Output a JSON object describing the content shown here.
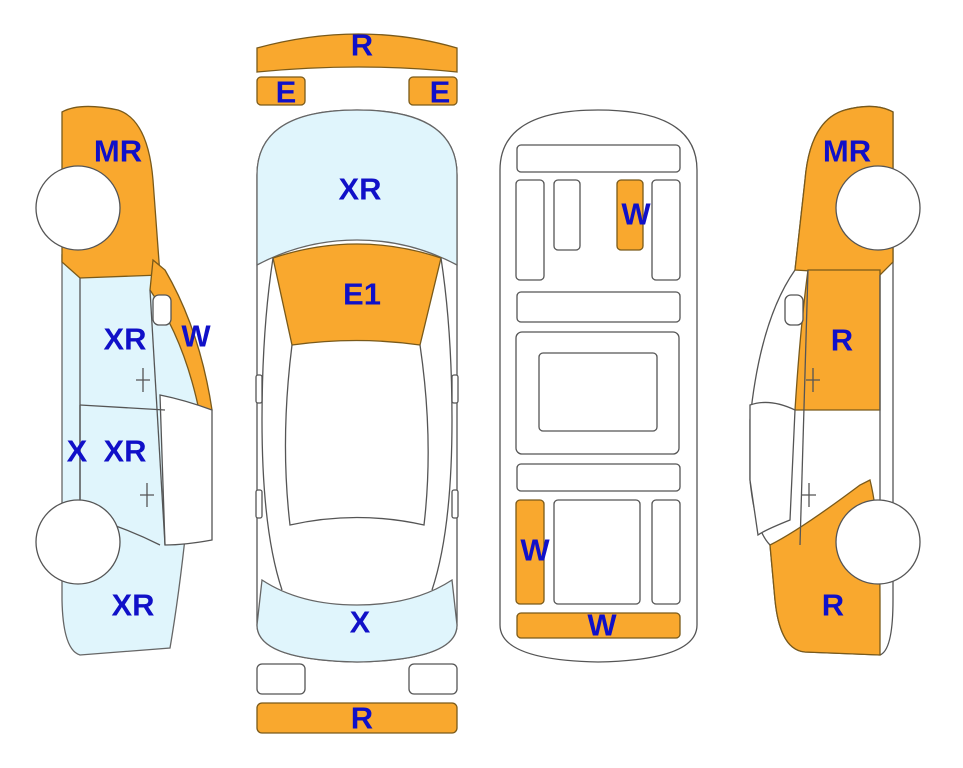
{
  "colors": {
    "damaged": "#f9a82e",
    "repaired": "#e0f5fc",
    "label": "#1010c8",
    "outline": "#555555"
  },
  "labels": {
    "front_bumper": "R",
    "headlight_left": "E",
    "headlight_right": "E",
    "hood": "XR",
    "windshield_roof": "E1",
    "rear_window": "X",
    "rear_bumper": "R",
    "left_front_fender": "MR",
    "left_a_pillar": "W",
    "left_front_door": "XR",
    "left_rocker": "X",
    "left_rear_door": "XR",
    "left_quarter": "XR",
    "floor_front_right": "W",
    "floor_rear_left": "W",
    "floor_rear_panel": "W",
    "right_front_fender": "MR",
    "right_front_door": "R",
    "right_quarter": "R"
  }
}
